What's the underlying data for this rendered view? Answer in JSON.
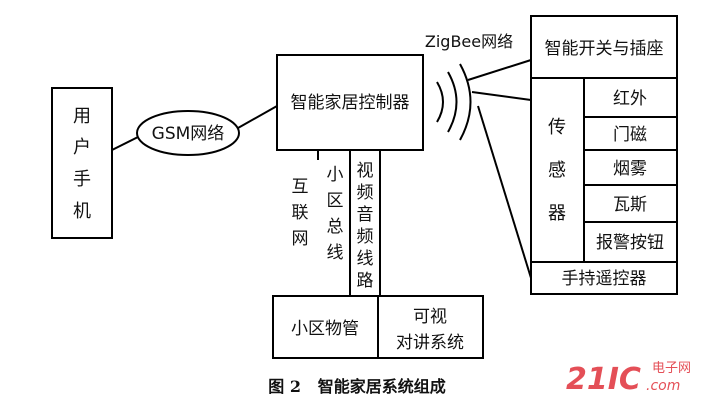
{
  "phone": {
    "label": [
      "用",
      "户",
      "手",
      "机"
    ]
  },
  "gsm": {
    "label": "GSM网络"
  },
  "controller": {
    "label": "智能家居控制器"
  },
  "zigbee": {
    "label": "ZigBee网络"
  },
  "links": {
    "internet": [
      "互",
      "联",
      "网"
    ],
    "bus": [
      "小",
      "区",
      "总",
      "线"
    ],
    "av": [
      "视",
      "频",
      "音",
      "频",
      "线",
      "路"
    ]
  },
  "community": {
    "property": "小区物管",
    "intercom": [
      "可视",
      "对讲系统"
    ]
  },
  "devices": {
    "switch": "智能开关与插座",
    "sensor_group": [
      "传",
      "感",
      "器"
    ],
    "sensors": [
      "红外",
      "门磁",
      "烟雾",
      "瓦斯",
      "报警按钮"
    ],
    "remote": "手持遥控器"
  },
  "caption": "图 2   智能家居系统组成",
  "watermark": {
    "brand": "21IC",
    "cn": "电子网",
    "url": ".com"
  }
}
